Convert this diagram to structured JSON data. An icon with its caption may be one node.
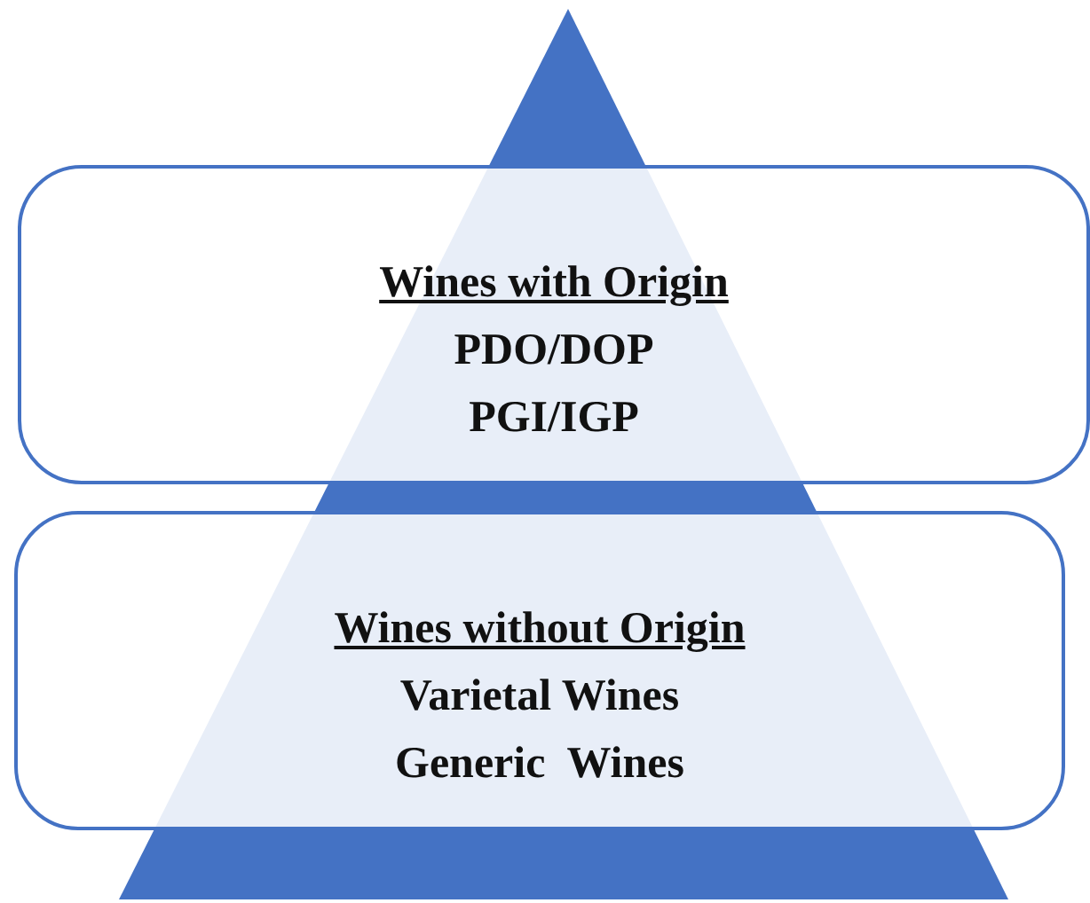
{
  "diagram": {
    "nodes": [
      {
        "text": [
          "Wines with Origin",
          "PDO/DOP",
          "PGI/IGP"
        ]
      },
      {
        "text": [
          "Wines without Origin",
          "Varietal Wines",
          "Generic  Wines"
        ]
      }
    ],
    "edges": []
  }
}
